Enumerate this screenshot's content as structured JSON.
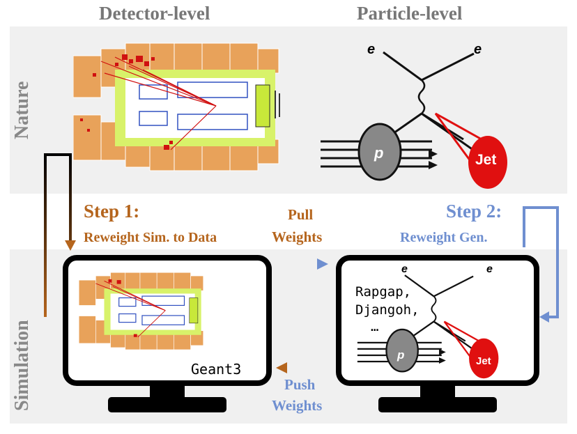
{
  "headers": {
    "detector": "Detector-level",
    "particle": "Particle-level"
  },
  "rows": {
    "nature": "Nature",
    "simulation": "Simulation"
  },
  "step1": {
    "title": "Step 1:",
    "subtitle": "Reweight Sim. to Data"
  },
  "step2": {
    "title": "Step 2:",
    "subtitle": "Reweight Gen."
  },
  "pull": {
    "line1": "Pull",
    "line2": "Weights"
  },
  "push": {
    "line1": "Push",
    "line2": "Weights"
  },
  "generators": {
    "line1": "Rapgap,",
    "line2": "Djangoh,",
    "line3": "…"
  },
  "simulator": "Geant3",
  "feynman": {
    "electron": "e",
    "proton": "p",
    "jet": "Jet"
  },
  "colors": {
    "brown": "#b5651d",
    "blue": "#6f8fd0",
    "header_gray": "#777777",
    "band_gray": "#f0f0f0",
    "calorimeter": "#e8a25a",
    "tracker_green": "#d8f26a",
    "jet_red": "#e01010"
  },
  "icons": [
    "detector-graphic",
    "feynman-diagram",
    "monitor-icon",
    "arrow-right-icon",
    "arrow-left-icon",
    "loop-arrow-icon"
  ]
}
